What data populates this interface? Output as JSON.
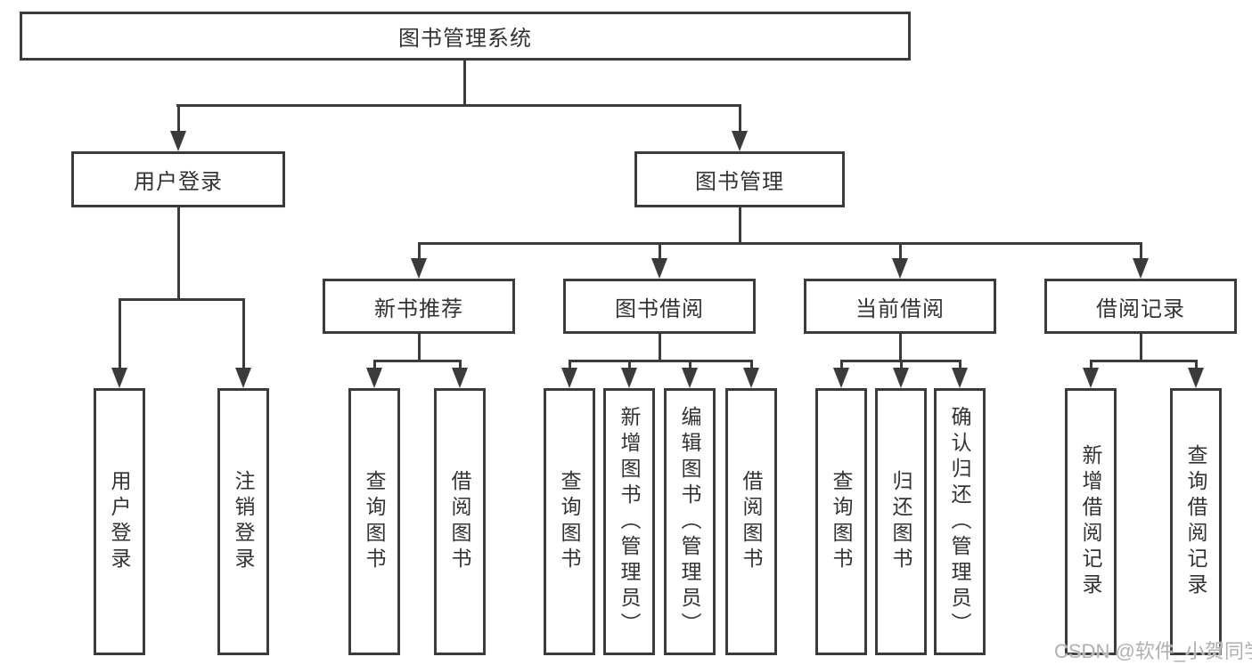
{
  "colors": {
    "line": "#3b3b3b",
    "text": "#333333",
    "background": "#ffffff",
    "watermark": "#b0b0b0"
  },
  "watermark": "CSDN @软件_小贺同学",
  "tree": {
    "label": "图书管理系统",
    "children": [
      {
        "label": "用户登录",
        "children": [
          {
            "label": "用户登录"
          },
          {
            "label": "注销登录"
          }
        ]
      },
      {
        "label": "图书管理",
        "children": [
          {
            "label": "新书推荐",
            "children": [
              {
                "label": "查询图书"
              },
              {
                "label": "借阅图书"
              }
            ]
          },
          {
            "label": "图书借阅",
            "children": [
              {
                "label": "查询图书"
              },
              {
                "label": "新增图书（管理员）"
              },
              {
                "label": "编辑图书（管理员）"
              },
              {
                "label": "借阅图书"
              }
            ]
          },
          {
            "label": "当前借阅",
            "children": [
              {
                "label": "查询图书"
              },
              {
                "label": "归还图书"
              },
              {
                "label": "确认归还（管理员）"
              }
            ]
          },
          {
            "label": "借阅记录",
            "children": [
              {
                "label": "新增借阅记录"
              },
              {
                "label": "查询借阅记录"
              }
            ]
          }
        ]
      }
    ]
  }
}
